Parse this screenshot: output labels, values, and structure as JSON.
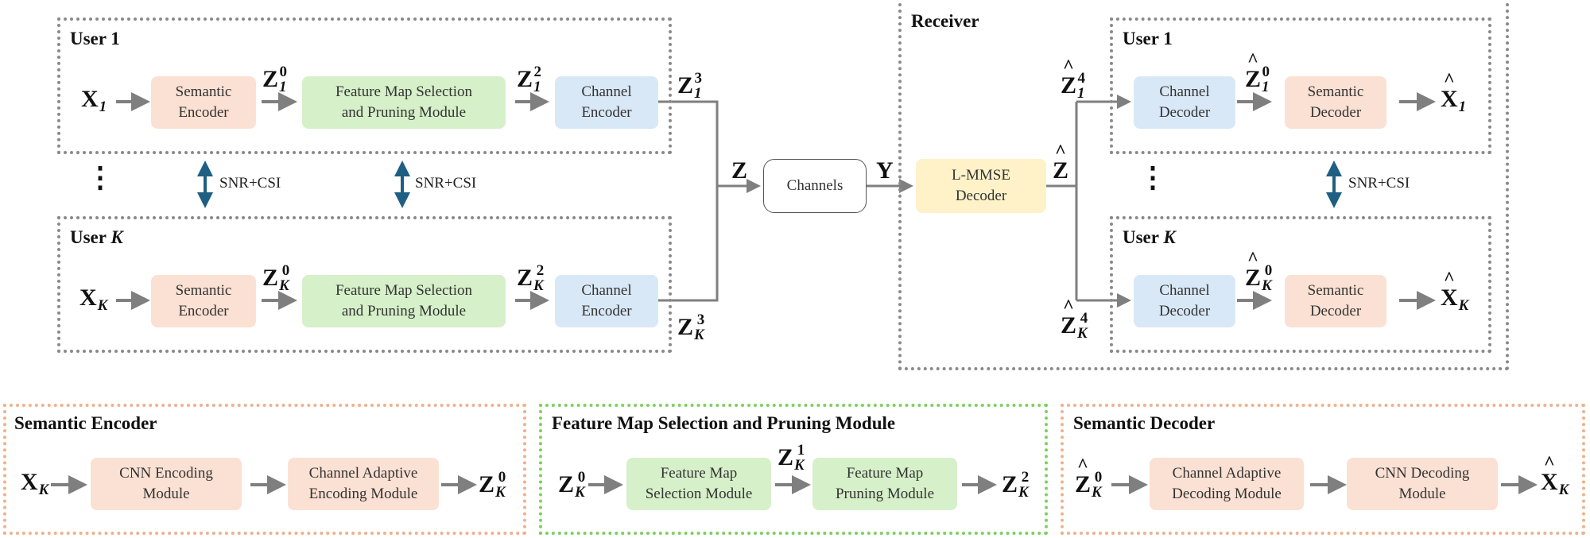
{
  "tx": {
    "user_1": {
      "title": "User 1",
      "input": "X",
      "input_sub": "1",
      "semantic_encoder": "Semantic\nEncoder",
      "z0": "Z",
      "z0_sub": "1",
      "z0_sup": "0",
      "fmsp": "Feature Map Selection\nand Pruning Module",
      "z2": "Z",
      "z2_sub": "1",
      "z2_sup": "2",
      "channel_encoder": "Channel\nEncoder",
      "z3": "Z",
      "z3_sub": "1",
      "z3_sup": "3"
    },
    "user_k": {
      "title": "User ",
      "title_k": "K",
      "input": "X",
      "input_sub": "K",
      "semantic_encoder": "Semantic\nEncoder",
      "z0": "Z",
      "z0_sub": "K",
      "z0_sup": "0",
      "fmsp": "Feature Map Selection\nand Pruning Module",
      "z2": "Z",
      "z2_sub": "K",
      "z2_sup": "2",
      "channel_encoder": "Channel\nEncoder",
      "z3": "Z",
      "z3_sub": "K",
      "z3_sup": "3"
    },
    "snr_csi_1": "SNR+CSI",
    "snr_csi_2": "SNR+CSI",
    "ellipsis": "⋮"
  },
  "channel": {
    "z_label": "Z",
    "label": "Channels",
    "y_label": "Y"
  },
  "receiver": {
    "title": "Receiver",
    "lmmse": "L-MMSE\nDecoder",
    "zhat": "Z",
    "snr_csi": "SNR+CSI",
    "ellipsis": "⋮",
    "user_1": {
      "title": "User 1",
      "z4": "Z",
      "z4_sub": "1",
      "z4_sup": "4",
      "channel_decoder": "Channel\nDecoder",
      "z0": "Z",
      "z0_sub": "1",
      "z0_sup": "0",
      "semantic_decoder": "Semantic\nDecoder",
      "output": "X",
      "output_sub": "1"
    },
    "user_k": {
      "title": "User ",
      "title_k": "K",
      "z4": "Z",
      "z4_sub": "K",
      "z4_sup": "4",
      "channel_decoder": "Channel\nDecoder",
      "z0": "Z",
      "z0_sub": "K",
      "z0_sup": "0",
      "semantic_decoder": "Semantic\nDecoder",
      "output": "X",
      "output_sub": "K"
    }
  },
  "detail_semantic_encoder": {
    "title": "Semantic Encoder",
    "input": "X",
    "input_sub": "K",
    "cnn": "CNN Encoding\nModule",
    "adaptive": "Channel Adaptive\nEncoding Module",
    "output": "Z",
    "output_sub": "K",
    "output_sup": "0"
  },
  "detail_fmsp": {
    "title": "Feature Map Selection and Pruning Module",
    "input": "Z",
    "input_sub": "K",
    "input_sup": "0",
    "selection": "Feature Map\nSelection Module",
    "mid": "Z",
    "mid_sub": "K",
    "mid_sup": "1",
    "pruning": "Feature Map\nPruning Module",
    "output": "Z",
    "output_sub": "K",
    "output_sup": "2"
  },
  "detail_semantic_decoder": {
    "title": "Semantic Decoder",
    "input": "Z",
    "input_sub": "K",
    "input_sup": "0",
    "adaptive": "Channel Adaptive\nDecoding Module",
    "cnn": "CNN Decoding\nModule",
    "output": "X",
    "output_sub": "K"
  },
  "colors": {
    "arrow": "#7f7f7f",
    "snr_arrow": "#1f5f82",
    "semantic_block": "#fbe1d3",
    "fmsp_block": "#d6f0c9",
    "channel_block": "#d9e8f6",
    "lmmse_block": "#fff2c8"
  }
}
